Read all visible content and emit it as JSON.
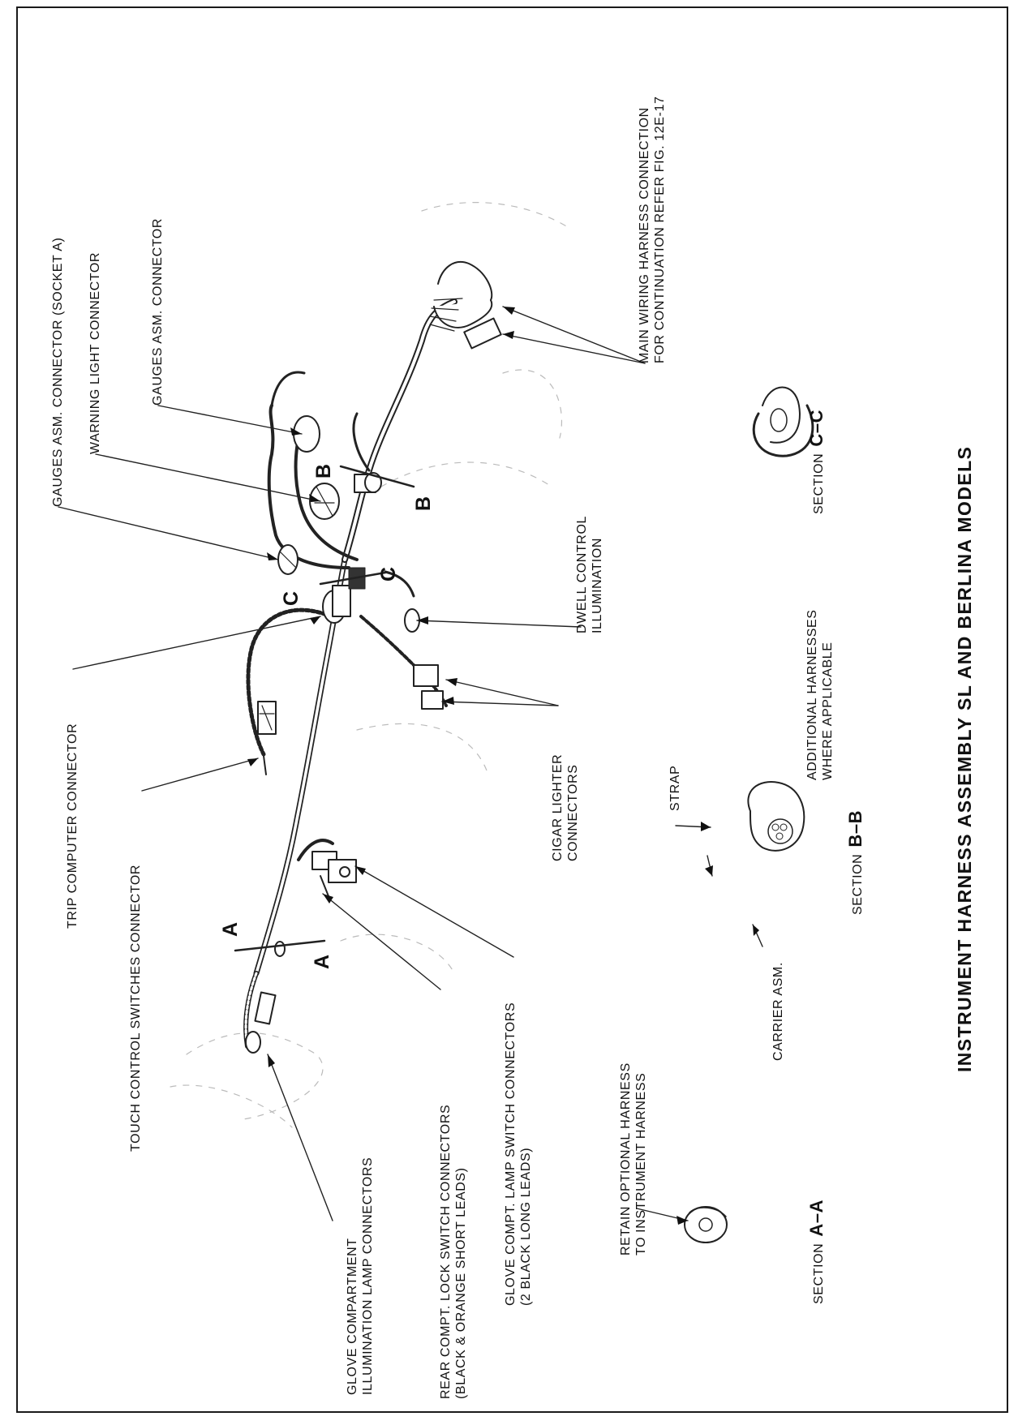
{
  "title": "INSTRUMENT HARNESS ASSEMBLY  SL AND BERLINA MODELS",
  "figure_ref": "MAIN WIRING HARNESS CONNECTION\nFOR CONTINUATION REFER FIG. 12E-17",
  "callouts": {
    "gauges_connector_socket_a": "GAUGES ASM. CONNECTOR (SOCKET A)",
    "warning_light_connector": "WARNING LIGHT CONNECTOR",
    "gauges_connector": "GAUGES ASM. CONNECTOR",
    "trip_computer_connector": "TRIP COMPUTER CONNECTOR",
    "touch_control_switches_connector": "TOUCH CONTROL SWITCHES CONNECTOR",
    "glove_illumination_lamp": "GLOVE COMPARTMENT\nILLUMINATION LAMP CONNECTORS",
    "rear_lock_switch": "REAR COMPT. LOCK SWITCH CONNECTORS\n(BLACK & ORANGE SHORT LEADS)",
    "glove_lamp_switch": "GLOVE COMPT. LAMP SWITCH CONNECTORS\n(2 BLACK LONG LEADS)",
    "dwell_control": "DWELL CONTROL\nILLUMINATION",
    "cigar_lighter": "CIGAR LIGHTER\nCONNECTORS",
    "additional_harnesses": "ADDITIONAL HARNESSES\nWHERE APPLICABLE",
    "strap": "STRAP",
    "carrier": "CARRIER ASM.",
    "retain_optional": "RETAIN OPTIONAL HARNESS\nTO INSTRUMENT HARNESS"
  },
  "sections": {
    "aa": {
      "word": "SECTION",
      "letters": "A–A"
    },
    "bb": {
      "word": "SECTION",
      "letters": "B–B"
    },
    "cc": {
      "word": "SECTION",
      "letters": "C–C"
    }
  },
  "cut_letters": {
    "a": "A",
    "b": "B",
    "c": "C"
  }
}
